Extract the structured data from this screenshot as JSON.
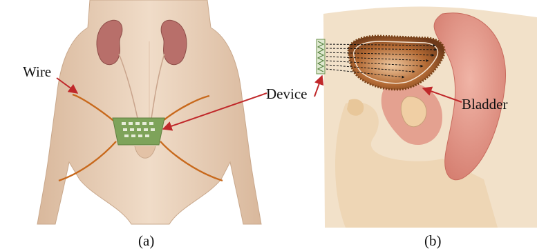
{
  "panel_a": {
    "caption": "(a)",
    "labels": {
      "wire": "Wire",
      "device": "Device"
    }
  },
  "panel_b": {
    "caption": "(b)",
    "labels": {
      "bladder": "Bladder"
    }
  },
  "colors": {
    "skin": "#ead0b6",
    "kidney": "#b86f6a",
    "wire": "#c8691c",
    "device": "#7ea35a",
    "arrow": "#c0282a",
    "bladder_fill": "#9a5a2c",
    "flesh": "#e39a8c"
  }
}
